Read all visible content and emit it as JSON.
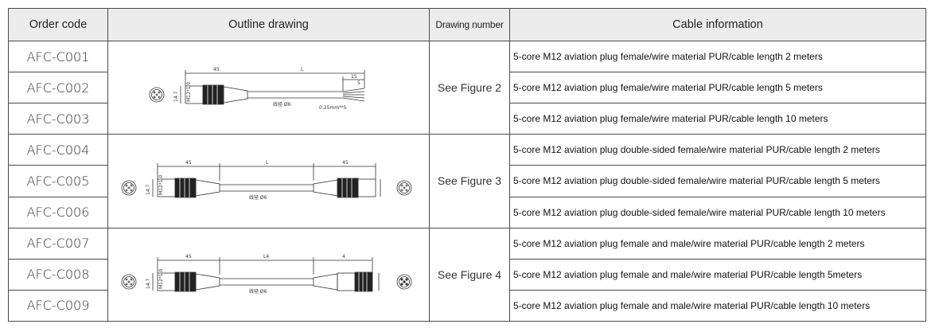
{
  "headers": {
    "order_code": "Order code",
    "outline_drawing": "Outline drawing",
    "drawing_number": "Drawing number",
    "cable_information": "Cable information"
  },
  "groups": [
    {
      "figure": "See Figure 2",
      "drawing": {
        "dim1": "45",
        "dim2": "L",
        "dim3": "15",
        "dim4": "5",
        "wire_spec": "0.25mm²*5",
        "cable_dia": "线径 Ø6",
        "nut": "M12*1.0",
        "width": "14.7"
      },
      "rows": [
        {
          "code": "AFC-C001",
          "info": "5-core M12 aviation plug female/wire material PUR/cable length 2 meters"
        },
        {
          "code": "AFC-C002",
          "info": "5-core M12 aviation plug female/wire material PUR/cable length 5 meters"
        },
        {
          "code": "AFC-C003",
          "info": "5-core M12 aviation plug female/wire material PUR/cable length 10 meters"
        }
      ]
    },
    {
      "figure": "See Figure 3",
      "drawing": {
        "dim1": "45",
        "dim2": "L",
        "dim3": "45",
        "cable_dia": "线径 Ø6",
        "nut": "M12*1.0",
        "width": "14.7"
      },
      "rows": [
        {
          "code": "AFC-C004",
          "info": "5-core M12 aviation plug double-sided female/wire material PUR/cable length 2 meters"
        },
        {
          "code": "AFC-C005",
          "info": "5-core M12 aviation plug double-sided female/wire material PUR/cable length 5 meters"
        },
        {
          "code": "AFC-C006",
          "info": "5-core M12 aviation plug double-sided female/wire material PUR/cable length 10 meters"
        }
      ]
    },
    {
      "figure": "See Figure 4",
      "drawing": {
        "dim1": "45",
        "dim2": "L4",
        "dim3": "4",
        "cable_dia": "线径 Ø6",
        "nut": "M12*1.0",
        "width": "14.7"
      },
      "rows": [
        {
          "code": "AFC-C007",
          "info": "5-core M12 aviation plug female and male/wire material PUR/cable length 2 meters"
        },
        {
          "code": "AFC-C008",
          "info": "5-core M12 aviation plug female and male/wire material PUR/cable length 5meters"
        },
        {
          "code": "AFC-C009",
          "info": "5-core M12 aviation plug female and male/wire material PUR/cable length 10 meters"
        }
      ]
    }
  ]
}
